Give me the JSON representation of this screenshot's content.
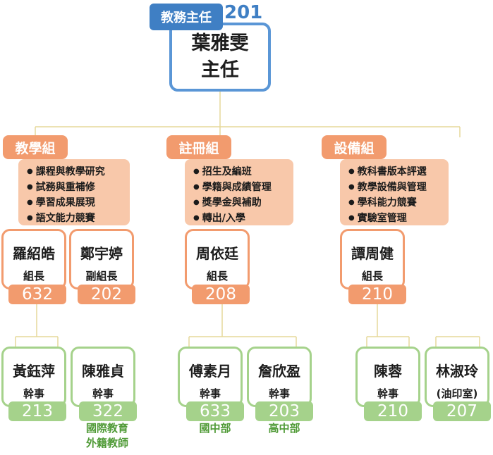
{
  "director": {
    "tag": "教務主任",
    "room": "201",
    "name": "葉雅雯",
    "title": "主任"
  },
  "sections": [
    {
      "title": "教學組",
      "duties": [
        "課程與教學研究",
        "試務與重補修",
        "學習成果展現",
        "語文能力競賽"
      ],
      "leaders": [
        {
          "name": "羅紹皓",
          "role": "組長",
          "room": "632"
        },
        {
          "name": "鄭宇婷",
          "role": "副組長",
          "room": "202"
        }
      ],
      "staff": [
        {
          "name": "黃鈺萍",
          "role": "幹事",
          "room": "213",
          "note": ""
        },
        {
          "name": "陳雅貞",
          "role": "幹事",
          "room": "322",
          "note": "國際教育",
          "note2": "外籍教師"
        }
      ]
    },
    {
      "title": "註冊組",
      "duties": [
        "招生及編班",
        "學籍與成績管理",
        "獎學金與補助",
        "轉出/入學"
      ],
      "leaders": [
        {
          "name": "周依廷",
          "role": "組長",
          "room": "208"
        }
      ],
      "staff": [
        {
          "name": "傅素月",
          "role": "幹事",
          "room": "633",
          "note": "國中部"
        },
        {
          "name": "詹欣盈",
          "role": "幹事",
          "room": "203",
          "note": "高中部"
        }
      ]
    },
    {
      "title": "設備組",
      "duties": [
        "教科書版本評選",
        "教學設備與管理",
        "學科能力競賽",
        "實驗室管理"
      ],
      "leaders": [
        {
          "name": "譚周健",
          "role": "組長",
          "room": "210"
        }
      ],
      "staff": [
        {
          "name": "陳蓉",
          "role": "幹事",
          "room": "210",
          "note": ""
        },
        {
          "name": "林淑玲",
          "role": "(油印室)",
          "room": "207",
          "note": ""
        }
      ]
    }
  ],
  "colors": {
    "director": "#5a96d6",
    "director_tag": "#3f7fc4",
    "section": "#f29b6e",
    "duty_fill": "#f8c8aa",
    "staff": "#a5d28b",
    "connector": "#e6d89a",
    "note": "#4f9a36"
  }
}
